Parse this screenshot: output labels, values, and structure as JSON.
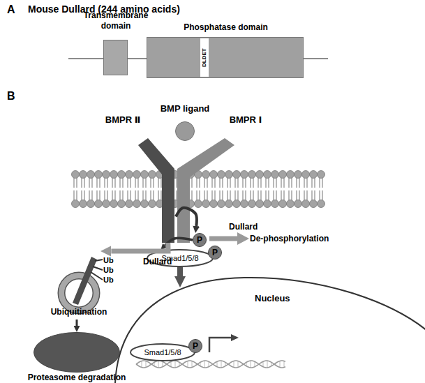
{
  "diagram": {
    "nodes": [
      {
        "text": [
          "Transmembrane domain"
        ]
      },
      {
        "text": [
          "Phosphatase domain"
        ]
      },
      {
        "text": [
          "DLDET"
        ],
        "in": 1
      },
      {
        "text": [
          "BMP ligand"
        ]
      },
      {
        "text": [
          "BMPR Ⅱ"
        ]
      },
      {
        "text": [
          "BMPR Ⅰ"
        ]
      },
      {
        "text": [
          "P"
        ]
      },
      {
        "text": [
          "Smad1/5/8"
        ]
      },
      {
        "text": [
          "P"
        ]
      },
      {
        "text": [
          "Nucleus"
        ]
      },
      {
        "text": [
          "Smad1/5/8"
        ],
        "in": 9
      },
      {
        "text": [
          "P"
        ],
        "in": 9
      },
      {
        "text": [
          "Ub",
          "Ub",
          "Ub",
          "Ubiquitination"
        ]
      },
      {
        "text": [
          "Proteasome degradation"
        ]
      }
    ],
    "edges": [
      {
        "from": 4,
        "to": 6,
        "arrow": "to"
      },
      {
        "from": 6,
        "to": 7,
        "arrow": "to"
      },
      {
        "from": 7,
        "to": 9,
        "arrow": "to"
      },
      {
        "from": 4,
        "to": 12,
        "arrow": "to",
        "label": "Dullard"
      },
      {
        "from": 12,
        "to": 13,
        "arrow": "to"
      }
    ],
    "labels": [
      "A",
      "Mouse Dullard (244 amino acids)",
      "B",
      "Dullard",
      "De-phosphorylation"
    ]
  }
}
